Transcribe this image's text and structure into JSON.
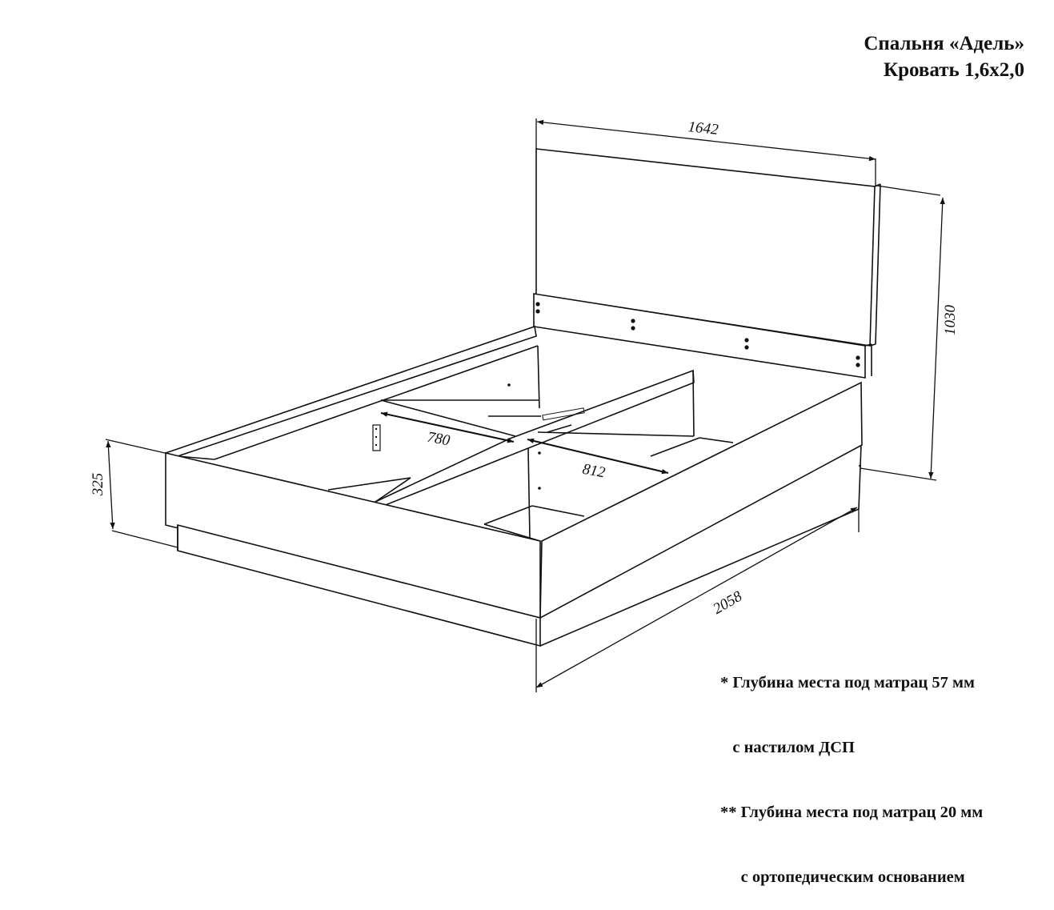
{
  "header": {
    "line1": "Спальня «Адель»",
    "line2": "Кровать 1,6х2,0"
  },
  "dimensions": {
    "width": "1642",
    "headboard_height": "1030",
    "height": "325",
    "length": "2058",
    "inner_length": "780",
    "inner_width": "812"
  },
  "notes": [
    "* Глубина места под матрац 57 мм",
    "   с настилом ДСП",
    "** Глубина места под матрац 20 мм",
    "     с ортопедическим основанием"
  ]
}
